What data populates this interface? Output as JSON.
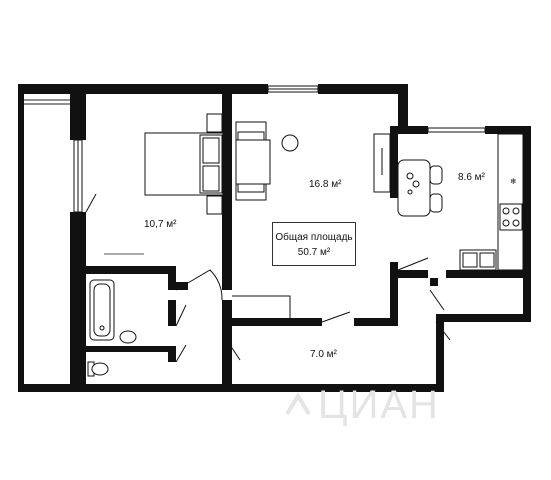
{
  "rooms": {
    "bedroom_area": "10,7 м²",
    "living_area": "16.8 м²",
    "kitchen_area": "8.6 м²",
    "hall_area": "7.0 м²"
  },
  "total": {
    "label": "Общая площадь",
    "value": "50.7 м²"
  },
  "watermark": {
    "text": "ЦИАН"
  }
}
